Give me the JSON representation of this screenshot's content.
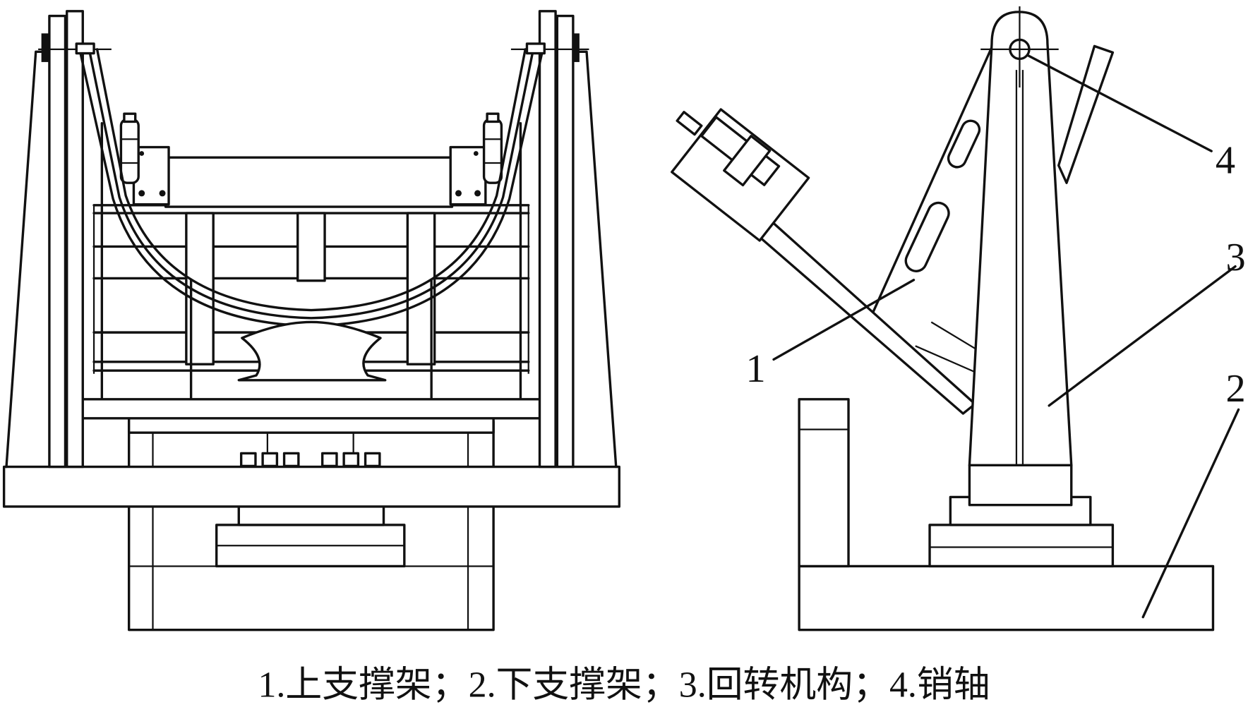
{
  "labels": {
    "n1": "1",
    "n2": "2",
    "n3": "3",
    "n4": "4"
  },
  "caption": "1.上支撑架；2.下支撑架；3.回转机构；4.销轴",
  "colors": {
    "line": "#111111",
    "background": "#ffffff"
  }
}
